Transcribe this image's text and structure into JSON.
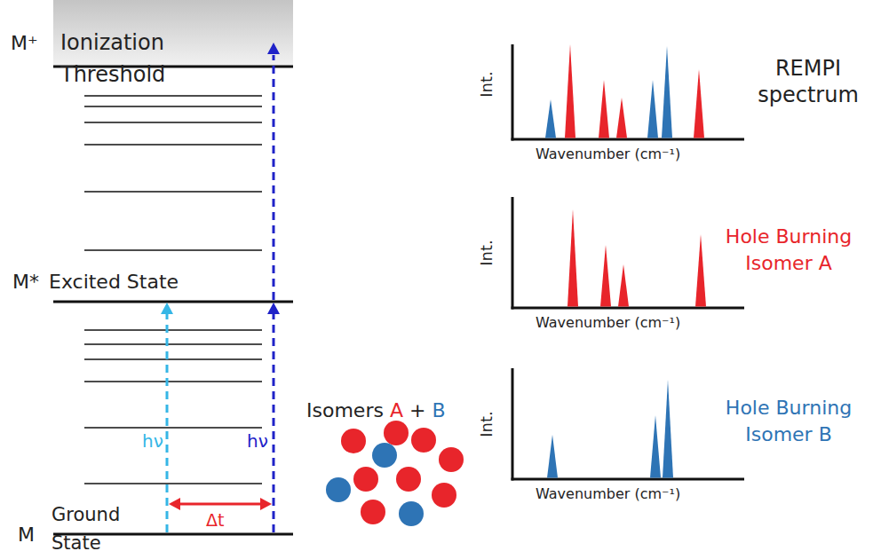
{
  "diagram": {
    "labels": [
      "M⁺",
      "Ionization Threshold",
      "M*",
      "Excited State",
      "M",
      "Ground State",
      "hν",
      "hν",
      "Δt",
      "Isomers A + B",
      "Int.",
      "Wavenumber (cm⁻¹)",
      "REMPI spectrum",
      "Int.",
      "Wavenumber (cm⁻¹)",
      "Hole Burning Isomer A",
      "Int.",
      "Wavenumber (cm⁻¹)",
      "Hole Burning Isomer B"
    ]
  }
}
